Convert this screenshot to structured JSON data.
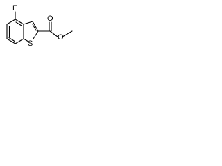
{
  "molecule": {
    "atoms": {
      "fluorine": "F",
      "sulfur": "S",
      "carbonyl_oxygen": "O",
      "ester_oxygen": "O"
    },
    "colors": {
      "bond": "#000000",
      "label": "#000000",
      "background": "#ffffff"
    }
  }
}
